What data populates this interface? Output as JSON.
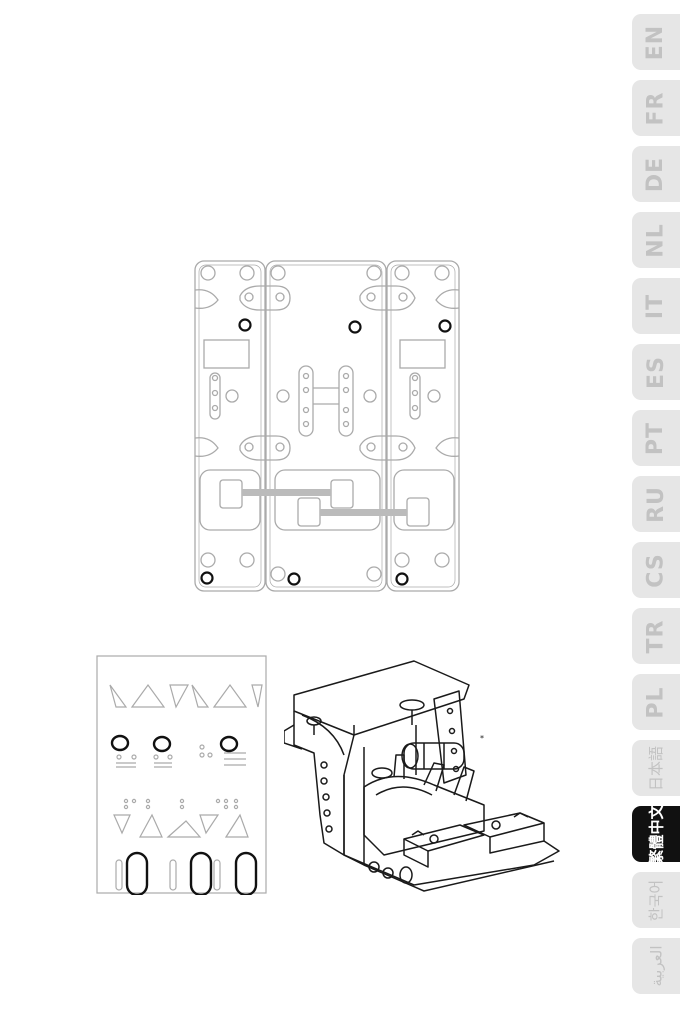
{
  "language_tabs": [
    {
      "label": "EN",
      "active": false
    },
    {
      "label": "FR",
      "active": false
    },
    {
      "label": "DE",
      "active": false
    },
    {
      "label": "NL",
      "active": false
    },
    {
      "label": "IT",
      "active": false
    },
    {
      "label": "ES",
      "active": false
    },
    {
      "label": "PT",
      "active": false
    },
    {
      "label": "RU",
      "active": false
    },
    {
      "label": "CS",
      "active": false
    },
    {
      "label": "TR",
      "active": false
    },
    {
      "label": "PL",
      "active": false
    },
    {
      "label": "日本語",
      "active": false
    },
    {
      "label": "繁體中文",
      "active": true
    },
    {
      "label": "한국어",
      "active": false
    },
    {
      "label": "العربية",
      "active": false
    }
  ],
  "colors": {
    "tab_inactive_bg": "#e6e6e6",
    "tab_inactive_text": "#c2c2c2",
    "tab_active_bg": "#111111",
    "tab_active_text": "#ffffff",
    "diagram_line": "#aaaaaa",
    "highlight": "#111111"
  },
  "figures": [
    {
      "id": "base-plate-diagram",
      "description": ""
    },
    {
      "id": "bottom-plate-diagram",
      "description": ""
    },
    {
      "id": "throttle-quadrant-illustration",
      "description": ""
    }
  ]
}
